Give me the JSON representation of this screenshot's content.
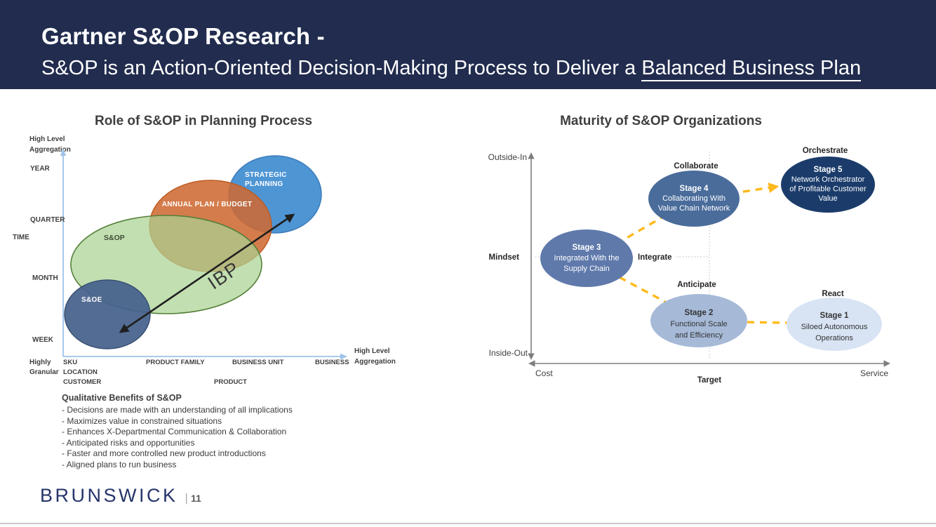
{
  "header": {
    "title_line1": "Gartner S&OP Research -",
    "subtitle_prefix": "S&OP is an Action-Oriented Decision-Making Process to Deliver a ",
    "subtitle_underlined": "Balanced Business Plan"
  },
  "left_chart": {
    "title": "Role of S&OP in Planning Process",
    "y_axis_top_label_line1": "High Level",
    "y_axis_top_label_line2": "Aggregation",
    "y_ticks": [
      "YEAR",
      "QUARTER",
      "MONTH",
      "WEEK"
    ],
    "y_axis_name": "TIME",
    "y_axis_bottom_label_line1": "Highly",
    "y_axis_bottom_label_line2": "Granular",
    "x_ticks_row1": [
      "SKU",
      "PRODUCT FAMILY",
      "BUSINESS UNIT",
      "BUSINESS"
    ],
    "x_ticks_row2": [
      "LOCATION"
    ],
    "x_ticks_row3": [
      "CUSTOMER",
      "PRODUCT"
    ],
    "x_axis_end_label_line1": "High Level",
    "x_axis_end_label_line2": "Aggregation",
    "ellipses": [
      {
        "name": "strategic-planning",
        "label_lines": [
          "STRATEGIC",
          "PLANNING"
        ],
        "fill": "#4E95D4",
        "stroke": "#3C7CBB"
      },
      {
        "name": "annual-plan-budget",
        "label_lines": [
          "ANNUAL PLAN / BUDGET"
        ],
        "fill": "#CE6A33",
        "stroke": "#BE5B21"
      },
      {
        "name": "sandop",
        "label_lines": [
          "S&OP"
        ],
        "fill": "#ABD293",
        "stroke": "#55803A"
      },
      {
        "name": "sandoe",
        "label_lines": [
          "S&OE"
        ],
        "fill": "#46618C",
        "stroke": "#395073"
      }
    ],
    "arrow_label": "IBP"
  },
  "right_chart": {
    "title": "Maturity of S&OP Organizations",
    "y_axis_top": "Outside-In",
    "y_axis_bottom": "Inside-Out",
    "y_axis_name": "Mindset",
    "x_axis_left": "Cost",
    "x_axis_right": "Service",
    "x_axis_name": "Target",
    "connector_color": "#FFB91D",
    "stages": [
      {
        "category": "React",
        "title": "Stage 1",
        "lines": [
          "Siloed Autonomous",
          "Operations"
        ],
        "fill": "#D8E4F4"
      },
      {
        "category": "Anticipate",
        "title": "Stage 2",
        "lines": [
          "Functional Scale",
          "and Efficiency"
        ],
        "fill": "#A6BAD8"
      },
      {
        "category": "Integrate",
        "title": "Stage 3",
        "lines": [
          "Integrated With the",
          "Supply Chain"
        ],
        "fill": "#5F79AB"
      },
      {
        "category": "Collaborate",
        "title": "Stage 4",
        "lines": [
          "Collaborating With",
          "Value Chain Network"
        ],
        "fill": "#4A6C9B"
      },
      {
        "category": "Orchestrate",
        "title": "Stage 5",
        "lines": [
          "Network Orchestrator",
          "of Profitable Customer",
          "Value"
        ],
        "fill": "#1B3C6B"
      }
    ]
  },
  "benefits": {
    "heading": "Qualitative Benefits of S&OP",
    "items": [
      "- Decisions are made with an understanding of all implications",
      "- Maximizes value in constrained situations",
      "- Enhances X-Departmental Communication & Collaboration",
      "- Anticipated risks and opportunities",
      "- Faster and more controlled new product introductions",
      "- Aligned plans to run business"
    ]
  },
  "footer": {
    "brand": "BRUNSWICK",
    "divider": "|",
    "page_number": "11"
  },
  "colors": {
    "header_bg": "#212C4E",
    "header_text": "#FFFFFF",
    "chart_title_text": "#3F3F3F",
    "left_axis_blue": "#9CC3E8",
    "right_axis_gray": "#7E7E7E",
    "dotted_guide_gray": "#C4C4C4",
    "connector_yellow": "#FFB91D",
    "brand_navy": "#26356B"
  }
}
